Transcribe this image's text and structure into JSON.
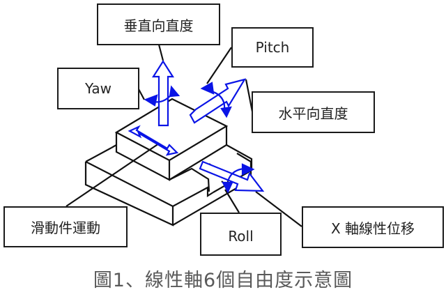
{
  "figure": {
    "caption": "圖1、線性軸6個自由度示意圖",
    "labels": {
      "vertical_straightness": "垂直向直度",
      "pitch": "Pitch",
      "yaw": "Yaw",
      "horizontal_straightness": "水平向直度",
      "slider_motion": "滑動件運動",
      "roll": "Roll",
      "x_linear_displacement": "X 軸線性位移"
    },
    "colors": {
      "arrow": "#0a14e6",
      "line": "#111111",
      "caption": "#595959"
    }
  }
}
